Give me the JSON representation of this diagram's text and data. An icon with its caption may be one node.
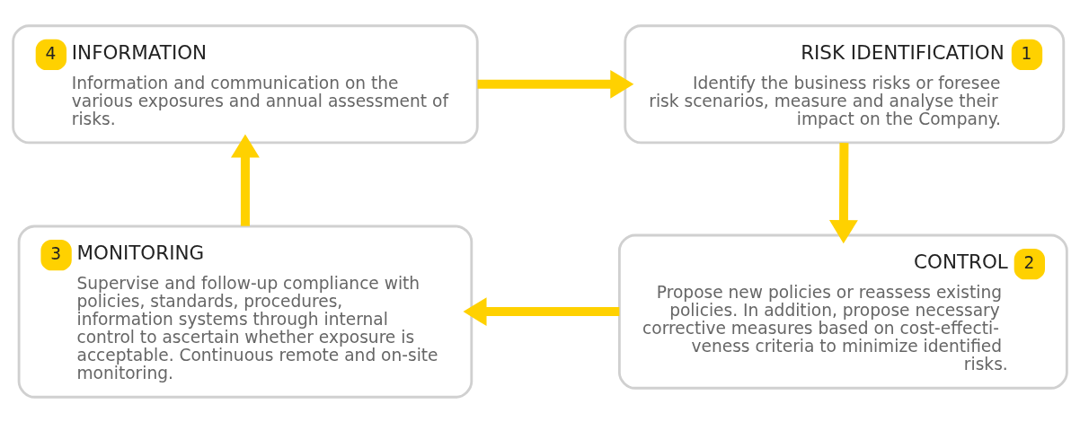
{
  "diagram": {
    "nodes": [
      {
        "text": [
          "4",
          "INFORMATION",
          "Information and communication on the various exposures and annual assessment of risks."
        ]
      },
      {
        "text": [
          "RISK IDENTIFICATION",
          "1",
          "Identify the business risks or foresee risk scenarios, measure and analyse their impact on the Company."
        ]
      },
      {
        "text": [
          "3",
          "MONITORING",
          "Supervise and follow-up compliance with policies, standards, procedures, information systems through internal control to ascertain whether exposure is acceptable. Continuous remote and on-site monitoring."
        ]
      },
      {
        "text": [
          "CONTROL",
          "2",
          "Propose new policies or reassess existing policies. In addition, propose necessary corrective measures based on cost-effecti-veness criteria to minimize identified risks."
        ]
      }
    ],
    "edges": [
      {
        "from": 1,
        "to": 3,
        "arrow": "to"
      },
      {
        "from": 3,
        "to": 2,
        "arrow": "to"
      },
      {
        "from": 2,
        "to": 0,
        "arrow": "to"
      },
      {
        "from": 0,
        "to": 1,
        "arrow": "to"
      }
    ]
  }
}
